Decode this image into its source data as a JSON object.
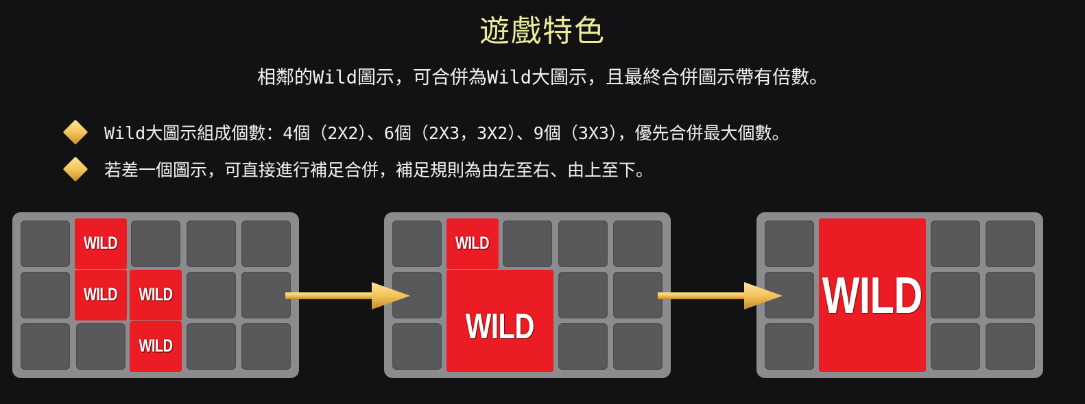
{
  "title": "遊戲特色",
  "subtitle": "相鄰的Wild圖示，可合併為Wild大圖示，且最終合併圖示帶有倍數。",
  "bullets": [
    {
      "icon": "diamond-bullet-icon",
      "text": "Wild大圖示組成個數：4個（2X2）、6個（2X3，3X2）、9個（3X3），優先合併最大個數。"
    },
    {
      "icon": "diamond-bullet-icon",
      "text": "若差一個圖示，可直接進行補足合併，補足規則為由左至右、由上至下。"
    }
  ],
  "colors": {
    "background": "#121214",
    "title": "#ecec9c",
    "text": "#f2f2f2",
    "grid_frame": "#8c8c8e",
    "empty_cell": "#59595b",
    "wild": "#ec1c24",
    "arrow": "#f2c35a"
  },
  "diagram": {
    "grid_size": {
      "columns": 5,
      "rows": 3
    },
    "steps": [
      {
        "name": "before-merge",
        "wild_label": "WILD",
        "wilds": [
          {
            "label": "WILD",
            "col": 1,
            "row": 0,
            "colspan": 1,
            "rowspan": 1
          },
          {
            "label": "WILD",
            "col": 1,
            "row": 1,
            "colspan": 1,
            "rowspan": 1
          },
          {
            "label": "WILD",
            "col": 2,
            "row": 1,
            "colspan": 1,
            "rowspan": 1
          },
          {
            "label": "WILD",
            "col": 2,
            "row": 2,
            "colspan": 1,
            "rowspan": 1
          }
        ]
      },
      {
        "name": "after-fill-2x2",
        "wilds": [
          {
            "label": "WILD",
            "col": 1,
            "row": 0,
            "colspan": 1,
            "rowspan": 1
          },
          {
            "label": "WILD",
            "col": 1,
            "row": 1,
            "colspan": 2,
            "rowspan": 2
          }
        ]
      },
      {
        "name": "final-2x3",
        "wilds": [
          {
            "label": "WILD",
            "col": 1,
            "row": 0,
            "colspan": 2,
            "rowspan": 3
          }
        ]
      }
    ],
    "arrows": [
      {
        "from": "before-merge",
        "to": "after-fill-2x2",
        "icon": "arrow-right-icon"
      },
      {
        "from": "after-fill-2x2",
        "to": "final-2x3",
        "icon": "arrow-right-icon"
      }
    ]
  }
}
